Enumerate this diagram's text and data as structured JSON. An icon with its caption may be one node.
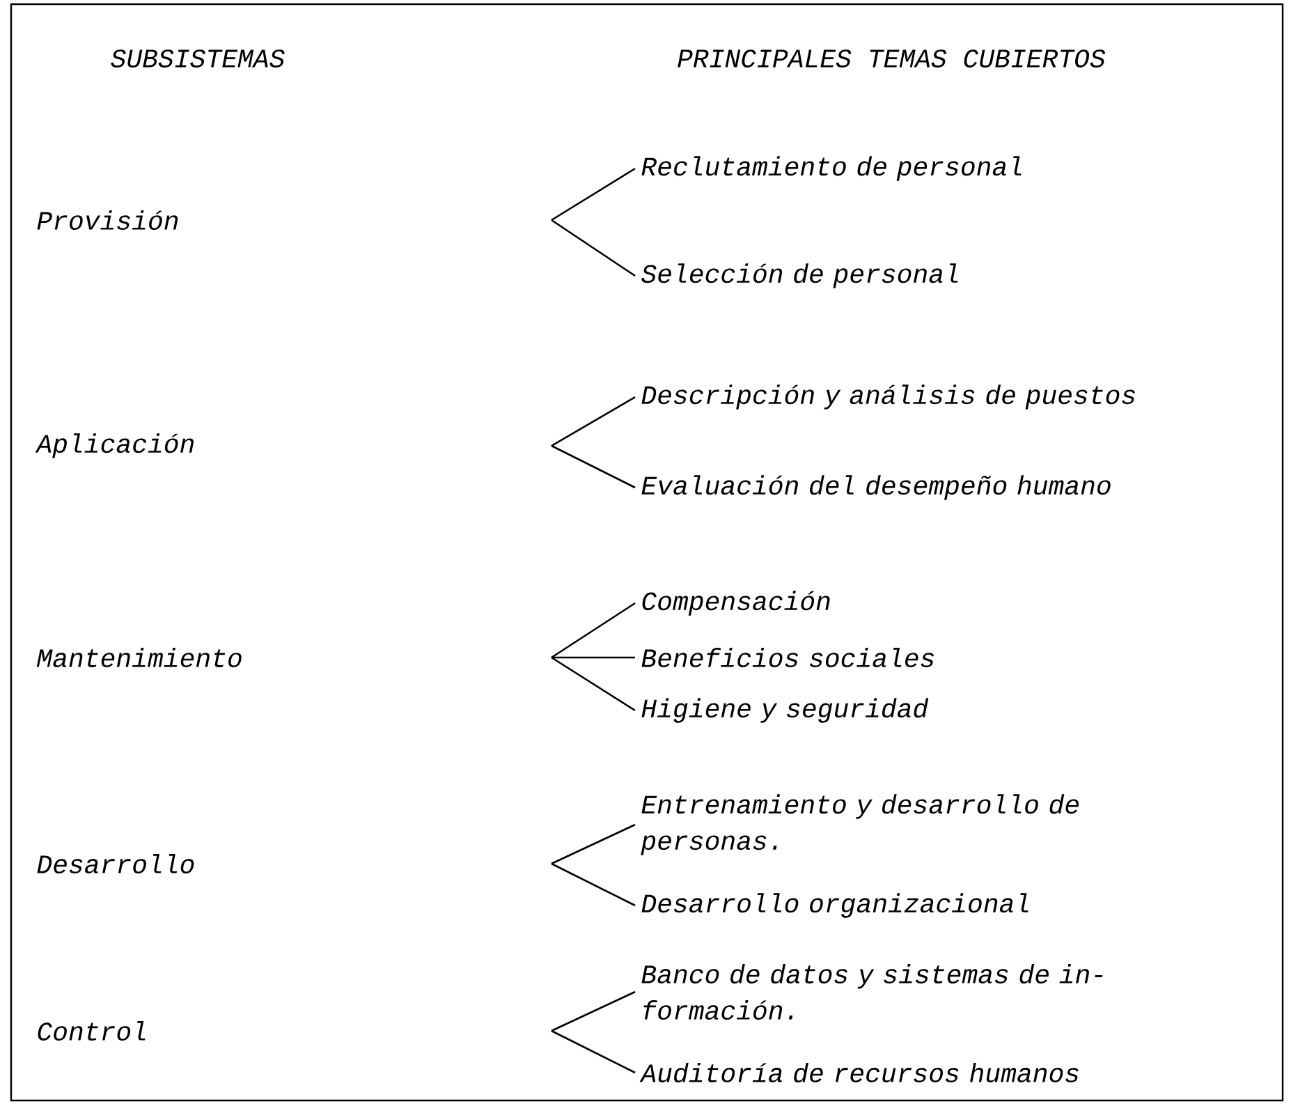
{
  "diagram": {
    "nodes": [
      {
        "text": [
          "Provisión"
        ]
      },
      {
        "text": [
          "Reclutamiento de personal"
        ]
      },
      {
        "text": [
          "Selección de personal"
        ]
      },
      {
        "text": [
          "Aplicación"
        ]
      },
      {
        "text": [
          "Descripción y análisis de puestos"
        ]
      },
      {
        "text": [
          "Evaluación del desempeño humano"
        ]
      },
      {
        "text": [
          "Mantenimiento"
        ]
      },
      {
        "text": [
          "Compensación"
        ]
      },
      {
        "text": [
          "Beneficios sociales"
        ]
      },
      {
        "text": [
          "Higiene y seguridad"
        ]
      },
      {
        "text": [
          "Desarrollo"
        ]
      },
      {
        "text": [
          "Entrenamiento y desarrollo de personas."
        ]
      },
      {
        "text": [
          "Desarrollo organizacional"
        ]
      },
      {
        "text": [
          "Control"
        ]
      },
      {
        "text": [
          "Banco de datos y sistemas de in- formación."
        ]
      },
      {
        "text": [
          "Auditoría de recursos humanos"
        ]
      }
    ],
    "labels": [
      "SUBSISTEMAS",
      "PRINCIPALES TEMAS CUBIERTOS"
    ]
  }
}
